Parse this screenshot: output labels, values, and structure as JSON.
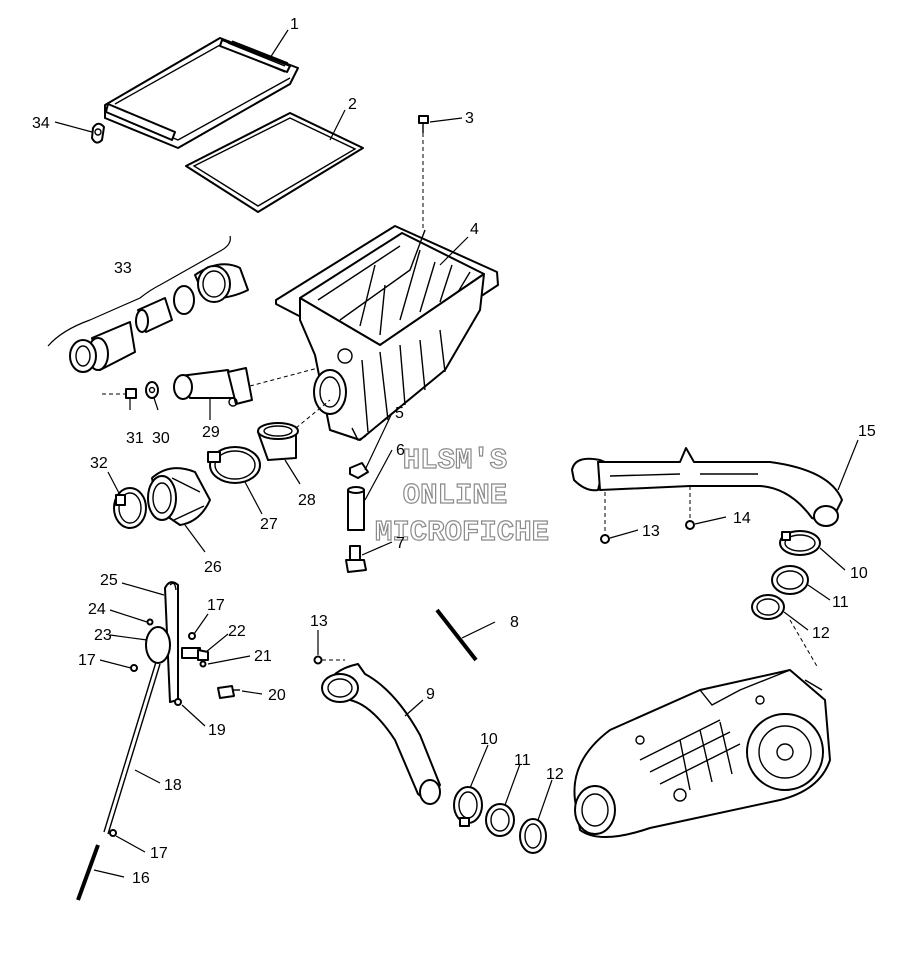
{
  "watermark": {
    "line1": "HLSM'S",
    "line2": "ONLINE",
    "line3": "MICROFICHE"
  },
  "callouts": {
    "c1": "1",
    "c2": "2",
    "c3": "3",
    "c4": "4",
    "c5": "5",
    "c6": "6",
    "c7": "7",
    "c8": "8",
    "c9": "9",
    "c10a": "10",
    "c10b": "10",
    "c11a": "11",
    "c11b": "11",
    "c12a": "12",
    "c12b": "12",
    "c13a": "13",
    "c13b": "13",
    "c14": "14",
    "c15": "15",
    "c16": "16",
    "c17a": "17",
    "c17b": "17",
    "c17c": "17",
    "c18": "18",
    "c19": "19",
    "c20": "20",
    "c21": "21",
    "c22": "22",
    "c23": "23",
    "c24": "24",
    "c25": "25",
    "c26": "26",
    "c27": "27",
    "c28": "28",
    "c29": "29",
    "c30": "30",
    "c31": "31",
    "c32": "32",
    "c33": "33",
    "c34": "34"
  }
}
